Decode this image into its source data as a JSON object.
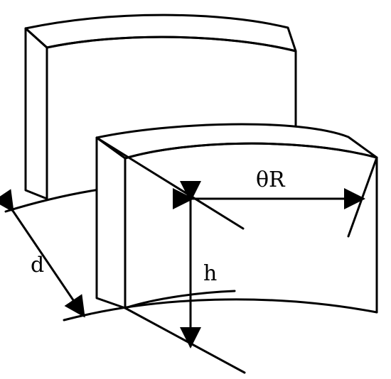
{
  "labels": {
    "theta_r": "θR",
    "h": "h",
    "d": "d"
  },
  "colors": {
    "line": "#000000",
    "background": "#ffffff"
  }
}
